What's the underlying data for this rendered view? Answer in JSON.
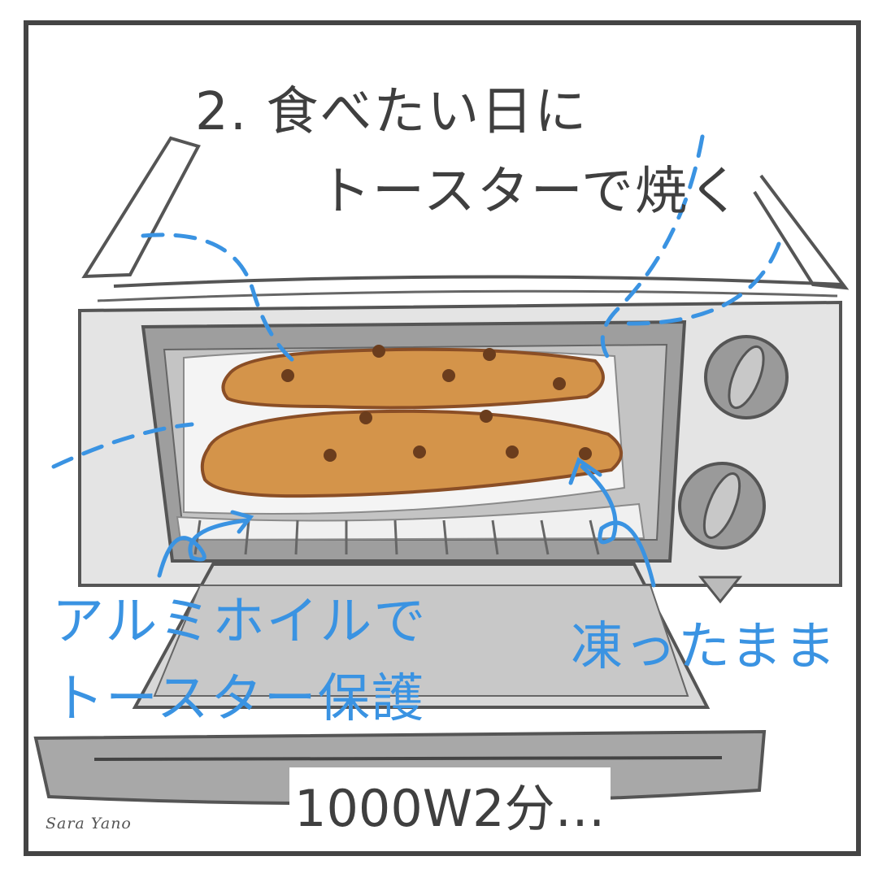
{
  "illustration": {
    "title_line1": "2. 食べたい日に",
    "title_line2": "トースターで焼く",
    "foil_line1": "アルミホイルで",
    "foil_line2": "トースター保護",
    "frozen_label": "凍ったまま",
    "time_label": "1000W2分…",
    "signature": "Sara Yano"
  },
  "colors": {
    "ink": "#3f3f3f",
    "annotation_blue": "#3a93e2",
    "bread": "#d4944a",
    "bread_outline": "#8a4e26",
    "chocolate_chip": "#6b3d1d",
    "toaster_gray": "#9e9e9e"
  }
}
